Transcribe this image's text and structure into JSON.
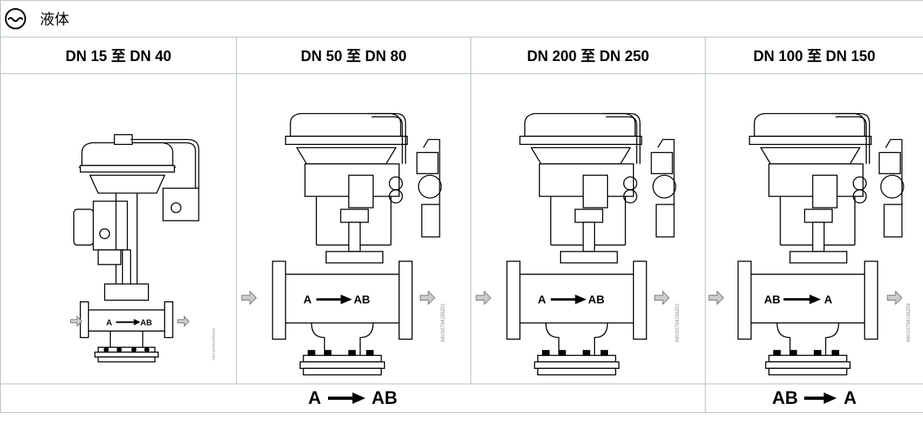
{
  "header": {
    "icon": "liquid-wave-icon",
    "title": "液体"
  },
  "columns": [
    {
      "label": "DN 15 至 DN 40",
      "diagram": {
        "flow_text_left": "A",
        "flow_text_right": "AB",
        "code": "A6V10794155Z01"
      }
    },
    {
      "label": "DN 50 至 DN 80",
      "diagram": {
        "flow_text_left": "A",
        "flow_text_right": "AB",
        "code": "A6V10794155Z01"
      }
    },
    {
      "label": "DN 200 至 DN 250",
      "diagram": {
        "flow_text_left": "A",
        "flow_text_right": "AB",
        "code": "A6V10794155Z01"
      }
    },
    {
      "label": "DN 100 至 DN 150",
      "diagram": {
        "flow_text_left": "AB",
        "flow_text_right": "A",
        "code": "A6V10794155Z09"
      }
    }
  ],
  "flow_row": {
    "span1": {
      "from": "A",
      "to": "AB"
    },
    "span2": {
      "from": "AB",
      "to": "A"
    }
  }
}
